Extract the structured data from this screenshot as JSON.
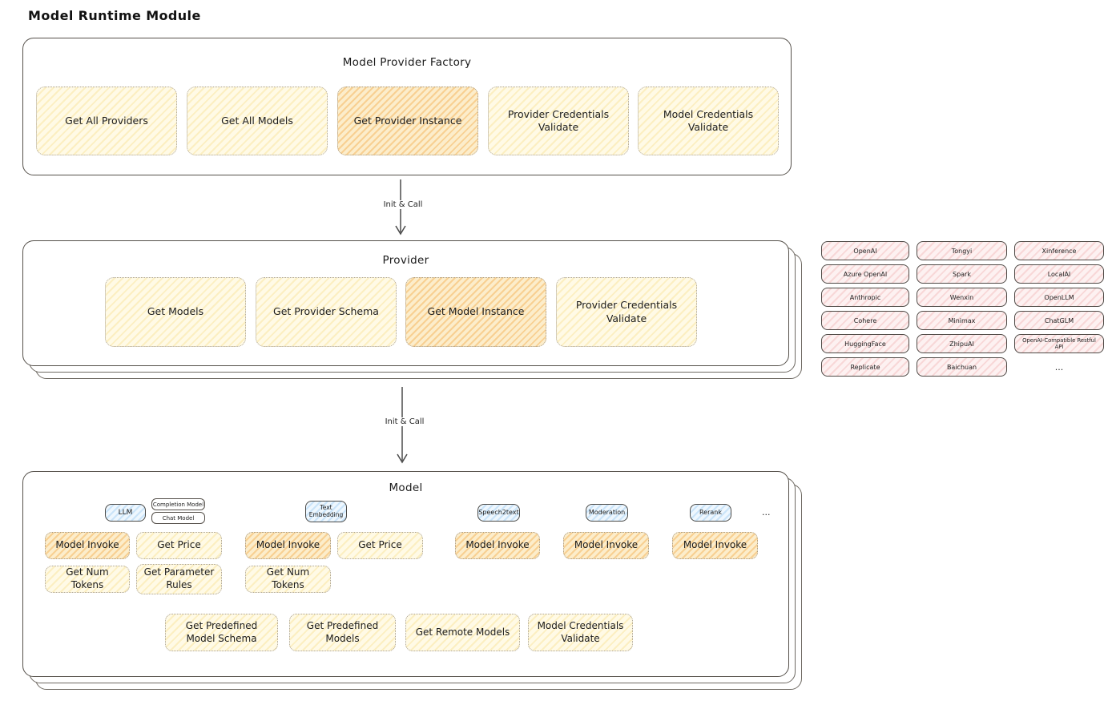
{
  "page_title": "Model Runtime Module",
  "arrows": {
    "init_call_1": "Init & Call",
    "init_call_2": "Init & Call"
  },
  "factory": {
    "title": "Model Provider Factory",
    "buttons": [
      {
        "label": "Get All Providers",
        "highlighted": false
      },
      {
        "label": "Get All Models",
        "highlighted": false
      },
      {
        "label": "Get Provider Instance",
        "highlighted": true
      },
      {
        "label": "Provider Credentials Validate",
        "highlighted": false
      },
      {
        "label": "Model Credentials Validate",
        "highlighted": false
      }
    ]
  },
  "provider": {
    "title": "Provider",
    "buttons": [
      {
        "label": "Get Models",
        "highlighted": false
      },
      {
        "label": "Get Provider Schema",
        "highlighted": false
      },
      {
        "label": "Get Model Instance",
        "highlighted": true
      },
      {
        "label": "Provider Credentials Validate",
        "highlighted": false
      }
    ]
  },
  "provider_list": {
    "items": [
      "OpenAI",
      "Tongyi",
      "Xinference",
      "Azure OpenAI",
      "Spark",
      "LocalAI",
      "Anthropic",
      "Wenxin",
      "OpenLLM",
      "Cohere",
      "Minimax",
      "ChatGLM",
      "HuggingFace",
      "ZhipuAI",
      "OpenAI-Compatible Restful API",
      "Replicate",
      "Baichuan"
    ],
    "more_label": "..."
  },
  "model": {
    "title": "Model",
    "tabs": {
      "llm": "LLM",
      "completion_model": "Completion Model",
      "chat_model": "Chat Model",
      "text_embedding": "Text Embedding",
      "speech2text": "Speech2text",
      "moderation": "Moderation",
      "rerank": "Rerank",
      "more": "..."
    },
    "buttons": {
      "model_invoke": "Model Invoke",
      "get_price": "Get Price",
      "get_num_tokens": "Get Num Tokens",
      "get_parameter_rules": "Get Parameter Rules",
      "get_predefined_model_schema": "Get Predefined Model Schema",
      "get_predefined_models": "Get Predefined Models",
      "get_remote_models": "Get Remote Models",
      "model_credentials_validate": "Model Credentials Validate"
    }
  },
  "colors": {
    "button_yellow": "#FFF9DB",
    "button_orange_highlight": "#FFD8A8",
    "provider_pink": "#FFE3E3",
    "tab_blue": "#D0EBFF",
    "stroke_dark": "#55504A"
  }
}
